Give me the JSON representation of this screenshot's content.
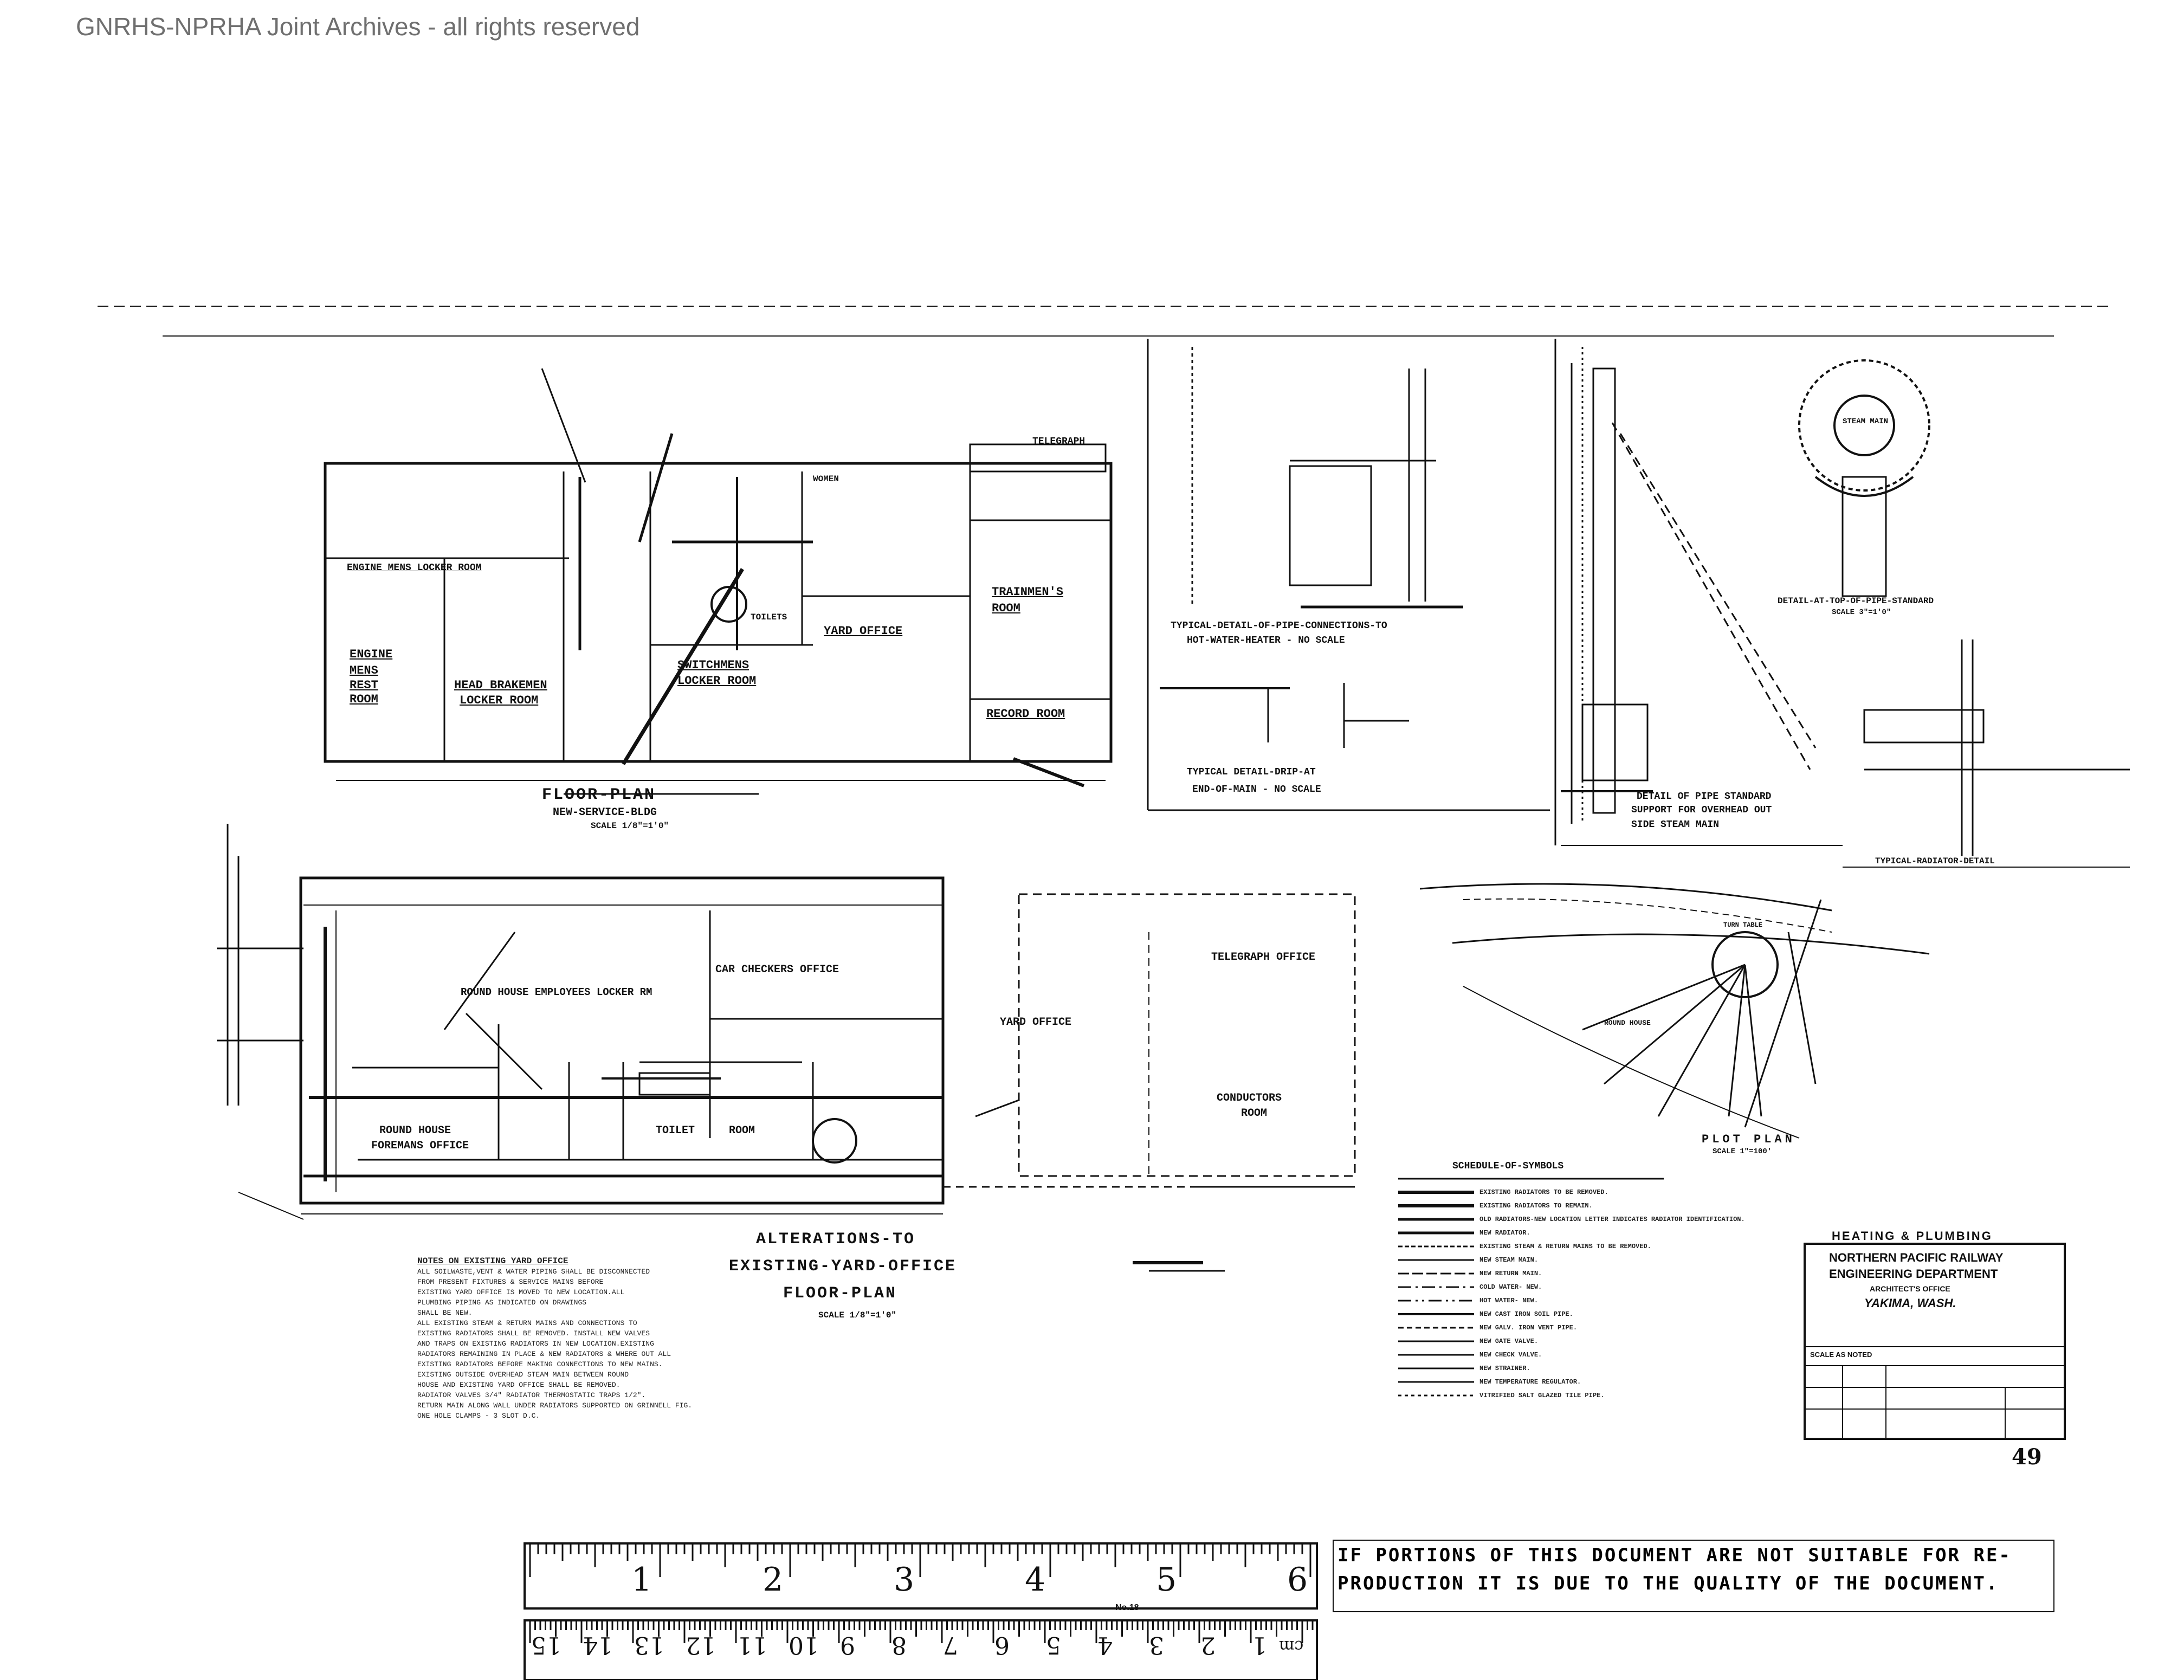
{
  "watermark": "GNRHS-NPRHA Joint Archives - all rights reserved",
  "new_building": {
    "rooms": {
      "engine_locker": "ENGINE MENS LOCKER ROOM",
      "engine_rest_1": "ENGINE",
      "engine_rest_2": "MENS",
      "engine_rest_3": "REST",
      "engine_rest_4": "ROOM",
      "head_brakemen_1": "HEAD BRAKEMEN",
      "head_brakemen_2": "LOCKER ROOM",
      "switchmens_1": "SWITCHMENS",
      "switchmens_2": "LOCKER ROOM",
      "yard_office": "YARD OFFICE",
      "toilets": "TOILETS",
      "women": "WOMEN",
      "telegraph": "TELEGRAPH",
      "trainmens_1": "TRAINMEN'S",
      "trainmens_2": "ROOM",
      "record_room": "RECORD ROOM"
    },
    "title": "FLOOR-PLAN",
    "subtitle": "NEW-SERVICE-BLDG",
    "scale": "SCALE 1/8\"=1'0\""
  },
  "details": {
    "hot_water_1": "TYPICAL-DETAIL-OF-PIPE-CONNECTIONS-TO",
    "hot_water_2": "HOT-WATER-HEATER - NO SCALE",
    "drip_1": "TYPICAL DETAIL-DRIP-AT",
    "drip_2": "END-OF-MAIN - NO SCALE",
    "pipe_std_1": "DETAIL OF PIPE STANDARD",
    "pipe_std_2": "SUPPORT FOR OVERHEAD OUT",
    "pipe_std_3": "SIDE STEAM MAIN",
    "top_std_1": "DETAIL-AT-TOP-OF-PIPE-STANDARD",
    "top_std_2": "SCALE 3\"=1'0\"",
    "radiator": "TYPICAL-RADIATOR-DETAIL",
    "steam_main": "STEAM MAIN"
  },
  "existing_building": {
    "rooms": {
      "round_house_locker": "ROUND HOUSE EMPLOYEES LOCKER RM",
      "car_checkers": "CAR CHECKERS OFFICE",
      "yard_office": "YARD OFFICE",
      "telegraph": "TELEGRAPH OFFICE",
      "conductors_1": "CONDUCTORS",
      "conductors_2": "ROOM",
      "foremans_1": "ROUND HOUSE",
      "foremans_2": "FOREMANS OFFICE",
      "toilet": "TOILET",
      "room": "ROOM"
    },
    "title_1": "ALTERATIONS-TO",
    "title_2": "EXISTING-YARD-OFFICE",
    "title_3": "FLOOR-PLAN",
    "scale": "SCALE 1/8\"=1'0\""
  },
  "notes": {
    "heading": "NOTES ON EXISTING YARD OFFICE",
    "lines": [
      "ALL SOILWASTE,VENT & WATER PIPING SHALL BE DISCONNECTED",
      "FROM PRESENT FIXTURES & SERVICE MAINS BEFORE",
      "EXISTING YARD OFFICE IS MOVED TO NEW LOCATION.ALL",
      "PLUMBING PIPING AS INDICATED ON DRAWINGS",
      "SHALL BE NEW.",
      "ALL EXISTING STEAM & RETURN MAINS AND CONNECTIONS TO",
      "EXISTING RADIATORS SHALL BE REMOVED. INSTALL NEW VALVES",
      "AND TRAPS ON EXISTING RADIATORS IN NEW LOCATION.EXISTING",
      "RADIATORS REMAINING IN PLACE & NEW RADIATORS & WHERE OUT ALL",
      "EXISTING RADIATORS BEFORE MAKING CONNECTIONS TO NEW MAINS.",
      "EXISTING OUTSIDE OVERHEAD STEAM MAIN BETWEEN ROUND",
      "HOUSE AND EXISTING YARD OFFICE SHALL BE REMOVED.",
      "RADIATOR VALVES 3/4\" RADIATOR THERMOSTATIC TRAPS 1/2\".",
      "RETURN MAIN ALONG WALL UNDER RADIATORS SUPPORTED ON GRINNELL FIG.",
      "ONE HOLE CLAMPS - 3 SLOT D.C."
    ]
  },
  "schedule": {
    "heading": "SCHEDULE-OF-SYMBOLS",
    "items": [
      "EXISTING RADIATORS TO BE REMOVED.",
      "EXISTING RADIATORS TO REMAIN.",
      "OLD RADIATORS-NEW LOCATION LETTER INDICATES RADIATOR IDENTIFICATION.",
      "NEW RADIATOR.",
      "EXISTING STEAM & RETURN MAINS TO BE REMOVED.",
      "NEW STEAM MAIN.",
      "NEW RETURN MAIN.",
      "COLD WATER- NEW.",
      "HOT WATER- NEW.",
      "NEW CAST IRON SOIL PIPE.",
      "NEW GALV. IRON VENT PIPE.",
      "NEW GATE VALVE.",
      "NEW CHECK VALVE.",
      "NEW STRAINER.",
      "NEW TEMPERATURE REGULATOR.",
      "VITRIFIED SALT GLAZED TILE PIPE."
    ]
  },
  "plot_plan": {
    "title": "PLOT PLAN",
    "scale": "SCALE 1\"=100'",
    "label_round_house": "ROUND HOUSE",
    "label_turntable": "TURN TABLE"
  },
  "title_block": {
    "header": "HEATING & PLUMBING",
    "line1": "NORTHERN PACIFIC RAILWAY",
    "line2": "ENGINEERING DEPARTMENT",
    "line3": "ARCHITECT'S OFFICE",
    "location": "YAKIMA, WASH.",
    "scale": "SCALE AS NOTED",
    "sheet": "49"
  },
  "ruler": {
    "inches": [
      "1",
      "2",
      "3",
      "4",
      "5",
      "6"
    ],
    "cm": [
      "1",
      "2",
      "3",
      "4",
      "5",
      "6",
      "7",
      "8",
      "9",
      "10",
      "11",
      "12",
      "13",
      "14",
      "15"
    ],
    "cm_unit": "cm",
    "model": "No.18"
  },
  "quality_notice": {
    "line1": "IF PORTIONS OF THIS DOCUMENT ARE NOT SUITABLE FOR RE-",
    "line2": "PRODUCTION IT IS DUE TO THE QUALITY OF THE DOCUMENT."
  }
}
